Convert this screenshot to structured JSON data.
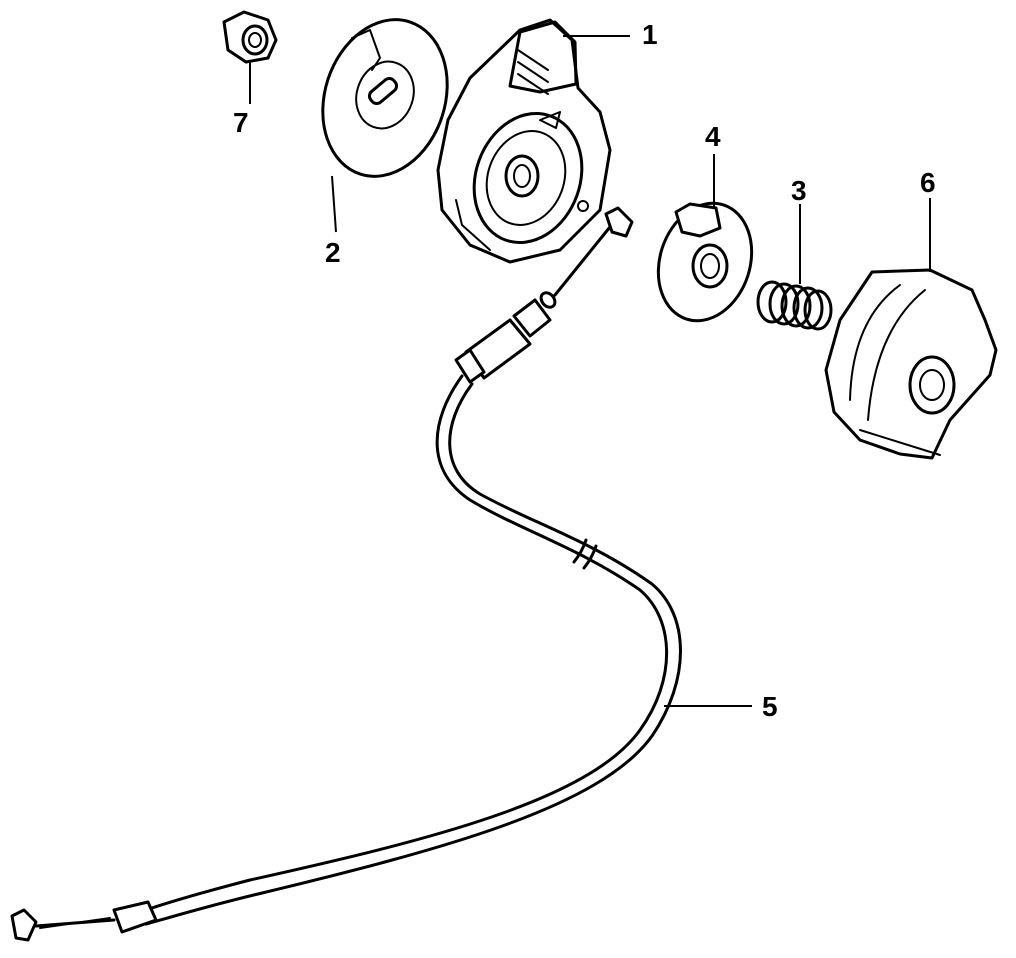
{
  "diagram": {
    "type": "exploded-parts-view",
    "parts": [
      {
        "callout": "1"
      },
      {
        "callout": "2"
      },
      {
        "callout": "3"
      },
      {
        "callout": "4"
      },
      {
        "callout": "5"
      },
      {
        "callout": "6"
      },
      {
        "callout": "7"
      }
    ]
  },
  "colors": {
    "ink": "#000000",
    "paper": "#ffffff"
  }
}
